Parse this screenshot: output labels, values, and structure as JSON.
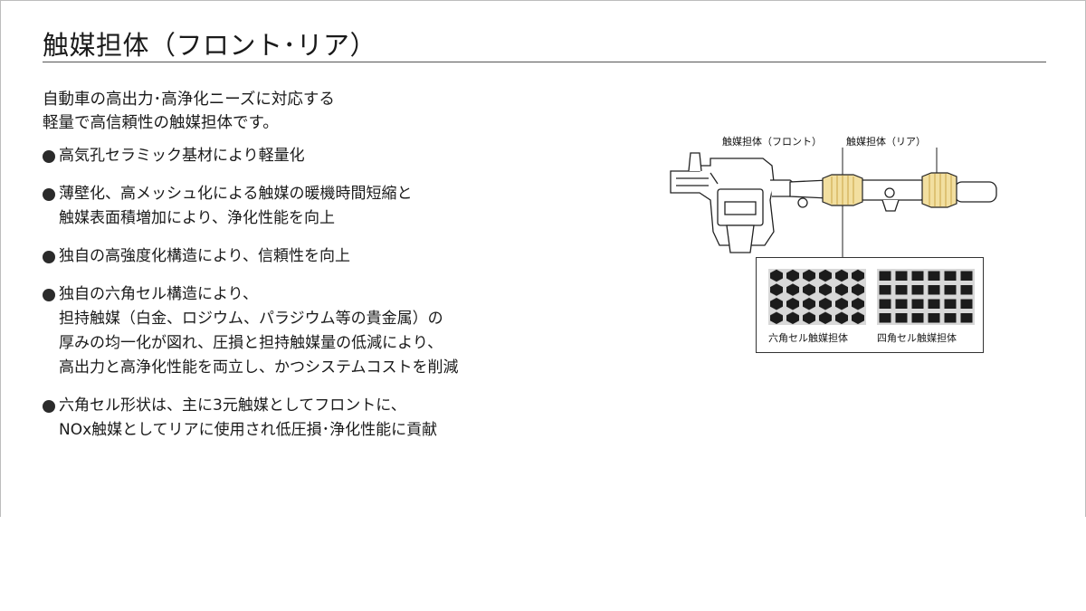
{
  "title": "触媒担体（フロント･リア）",
  "intro": [
    "自動車の高出力･高浄化ニーズに対応する",
    "軽量で高信頼性の触媒担体です。"
  ],
  "bullets": [
    {
      "lines": [
        "高気孔セラミック基材により軽量化"
      ]
    },
    {
      "lines": [
        "薄壁化、高メッシュ化による触媒の暖機時間短縮と",
        "触媒表面積増加により、浄化性能を向上"
      ]
    },
    {
      "lines": [
        "独自の高強度化構造により、信頼性を向上"
      ]
    },
    {
      "lines": [
        "独自の六角セル構造により、",
        "担持触媒（白金、ロジウム、パラジウム等の貴金属）の",
        "厚みの均一化が図れ、圧損と担持触媒量の低減により、",
        "高出力と高浄化性能を両立し、かつシステムコストを削減"
      ]
    },
    {
      "lines": [
        "六角セル形状は、主に3元触媒としてフロントに、",
        "NOx触媒としてリアに使用され低圧損･浄化性能に貢献"
      ]
    }
  ],
  "diagram": {
    "label_front": "触媒担体（フロント）",
    "label_rear": "触媒担体（リア）",
    "caption_hex": "六角セル触媒担体",
    "caption_square": "四角セル触媒担体"
  },
  "colors": {
    "catalyst_fill": "#f2dfa0",
    "catalyst_stripe": "#c9a646",
    "cell_dark": "#1c1c1c",
    "cell_wall": "#d8d8d8"
  }
}
